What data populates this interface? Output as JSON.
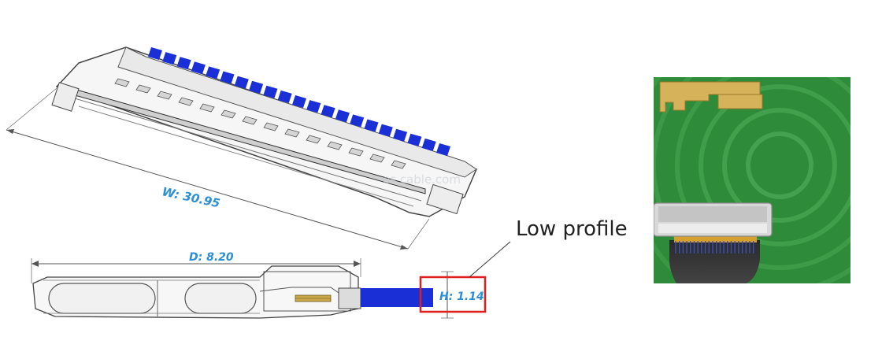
{
  "dimensions": {
    "width_label": "W: 30.95",
    "depth_label": "D: 8.20",
    "height_label": "H: 1.14"
  },
  "callout": {
    "text": "Low profile"
  },
  "watermark": {
    "text": "es cable.com"
  },
  "colors": {
    "pin_blue": "#1a2fd6",
    "dim_text": "#2a8fd6",
    "highlight_box": "#e02020",
    "pcb_green": "#2e8b3a",
    "antenna_gold": "#d6b25a",
    "line_gray": "#555555"
  }
}
